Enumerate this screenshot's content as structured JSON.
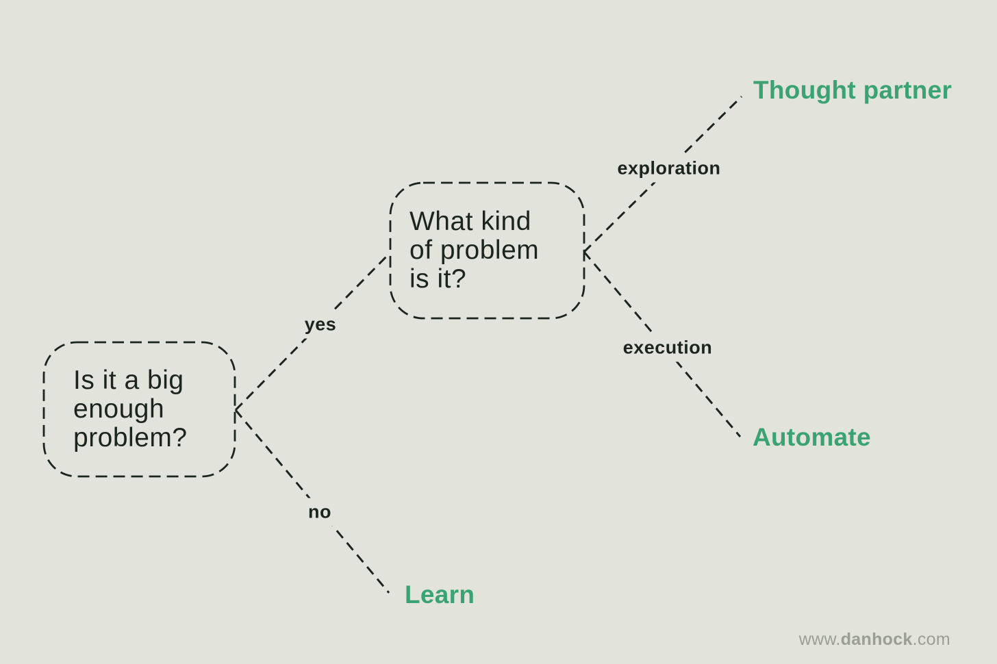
{
  "palette": {
    "background": "#e2e4db",
    "ink": "#1b241d",
    "accent_green": "#3aa273",
    "watermark_gray": "#9b9e94"
  },
  "diagram": {
    "type": "decision-tree",
    "question_nodes": [
      {
        "id": "q1",
        "text": "Is it a big\nenough\nproblem?"
      },
      {
        "id": "q2",
        "text": "What kind\nof problem\nis it?"
      }
    ],
    "branches": [
      {
        "from": "q1",
        "to": "q2",
        "label": "yes"
      },
      {
        "from": "q1",
        "to": "learn",
        "label": "no"
      },
      {
        "from": "q2",
        "to": "thought-partner",
        "label": "exploration"
      },
      {
        "from": "q2",
        "to": "automate",
        "label": "execution"
      }
    ],
    "outcomes": [
      {
        "id": "thought-partner",
        "label": "Thought partner"
      },
      {
        "id": "automate",
        "label": "Automate"
      },
      {
        "id": "learn",
        "label": "Learn"
      }
    ]
  },
  "watermark": {
    "prefix": "www.",
    "name": "danhock",
    "suffix": ".com"
  }
}
